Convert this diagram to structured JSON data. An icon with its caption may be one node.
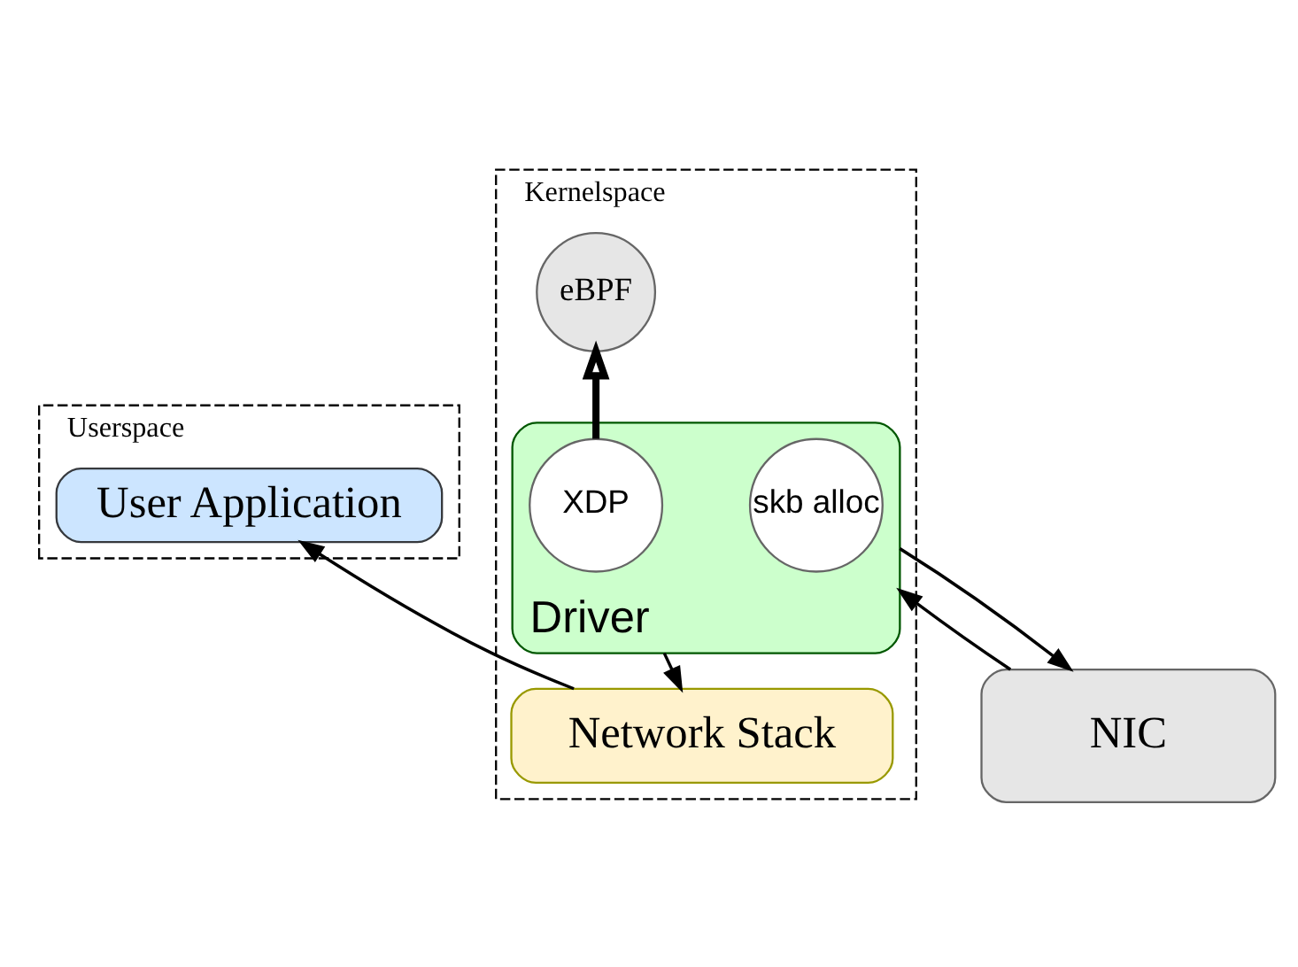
{
  "diagram": {
    "nodes": [
      {
        "text": [
          "Userspace"
        ]
      },
      {
        "text": [
          "User Application"
        ],
        "in": 0
      },
      {
        "text": [
          "Kernelspace"
        ]
      },
      {
        "text": [
          "Driver"
        ],
        "in": 2
      },
      {
        "text": [
          "XDP"
        ],
        "in": 3
      },
      {
        "text": [
          "skb alloc"
        ],
        "in": 3
      },
      {
        "text": [
          "eBPF"
        ],
        "in": 2
      },
      {
        "text": [
          "Network Stack"
        ],
        "in": 2
      },
      {
        "text": [
          "NIC"
        ]
      }
    ],
    "edges": [
      {
        "from": 4,
        "to": 6,
        "arrow": "to",
        "style": "thick"
      },
      {
        "from": 3,
        "to": 7,
        "arrow": "to"
      },
      {
        "from": 7,
        "to": 1,
        "arrow": "to"
      },
      {
        "from": 8,
        "to": 3,
        "arrow": "to"
      },
      {
        "from": 3,
        "to": 8,
        "arrow": "to"
      }
    ]
  }
}
